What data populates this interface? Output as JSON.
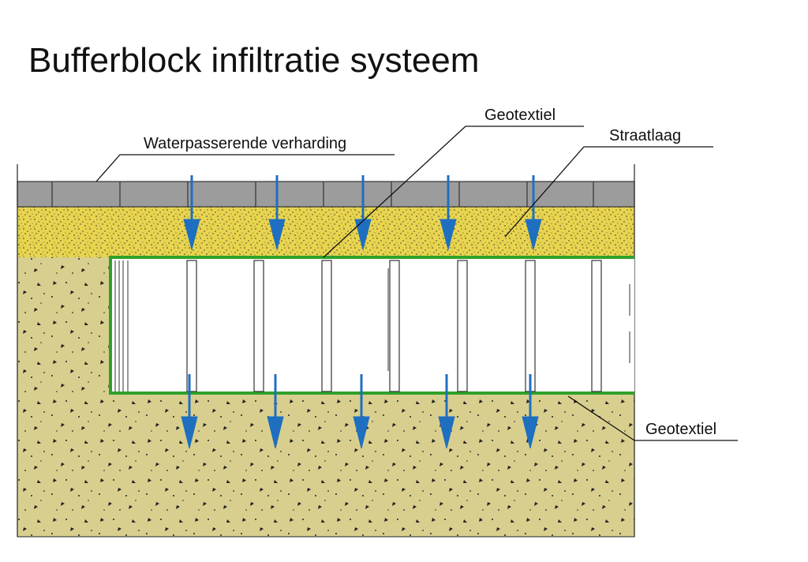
{
  "title": "Bufferblock infiltratie systeem",
  "labels": {
    "paving": "Waterpasserende verharding",
    "geotextile_top": "Geotextiel",
    "street_layer": "Straatlaag",
    "geotextile_bottom": "Geotextiel"
  },
  "colors": {
    "paving": "#9c9c9c",
    "street_layer": "#e8d44e",
    "soil": "#d8cf8f",
    "geotextile": "#2fa12a",
    "arrow": "#1f6fc0"
  },
  "water_flow_arrow_count_top": 5,
  "water_flow_arrow_count_bottom": 5
}
